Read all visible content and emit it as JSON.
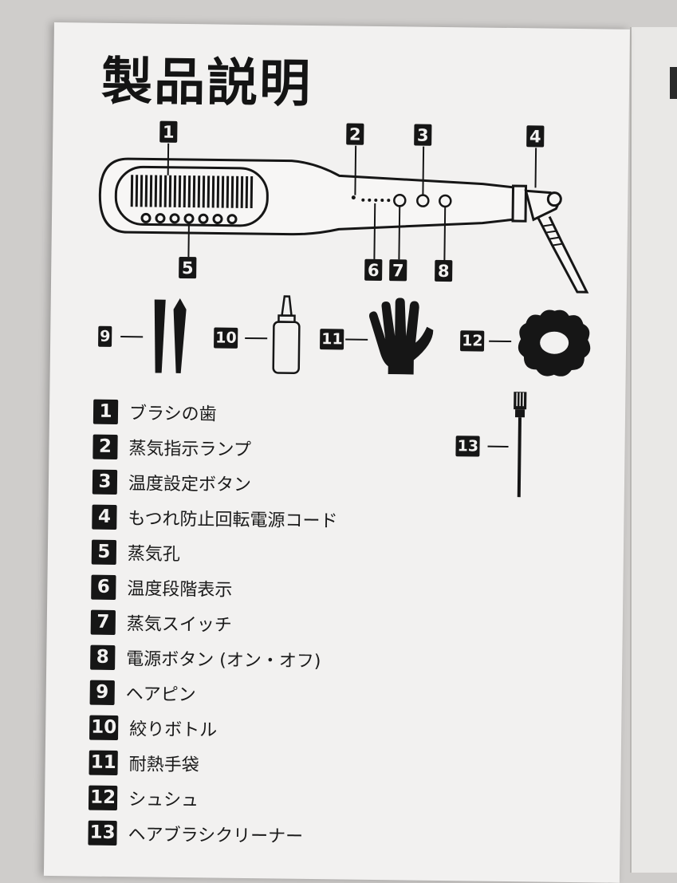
{
  "title": "製品説明",
  "callouts": [
    "1",
    "2",
    "3",
    "4",
    "5",
    "6",
    "7",
    "8"
  ],
  "accessories": [
    {
      "num": "9",
      "icon": "hair-pin-icon"
    },
    {
      "num": "10",
      "icon": "squeeze-bottle-icon"
    },
    {
      "num": "11",
      "icon": "heat-resistant-glove-icon"
    },
    {
      "num": "12",
      "icon": "scrunchie-icon"
    },
    {
      "num": "13",
      "icon": "cleaning-brush-icon"
    }
  ],
  "legend": [
    {
      "num": "1",
      "label": "ブラシの歯"
    },
    {
      "num": "2",
      "label": "蒸気指示ランプ"
    },
    {
      "num": "3",
      "label": "温度設定ボタン"
    },
    {
      "num": "4",
      "label": "もつれ防止回転電源コード"
    },
    {
      "num": "5",
      "label": "蒸気孔"
    },
    {
      "num": "6",
      "label": "温度段階表示"
    },
    {
      "num": "7",
      "label": "蒸気スイッチ"
    },
    {
      "num": "8",
      "label": "電源ボタン (オン・オフ)"
    },
    {
      "num": "9",
      "label": "ヘアピン"
    },
    {
      "num": "10",
      "label": "絞りボトル"
    },
    {
      "num": "11",
      "label": "耐熱手袋"
    },
    {
      "num": "12",
      "label": "シュシュ"
    },
    {
      "num": "13",
      "label": "ヘアブラシクリーナー"
    }
  ],
  "colors": {
    "ink": "#161616",
    "paper": "#f2f1f0",
    "background": "#cfcdcb"
  }
}
